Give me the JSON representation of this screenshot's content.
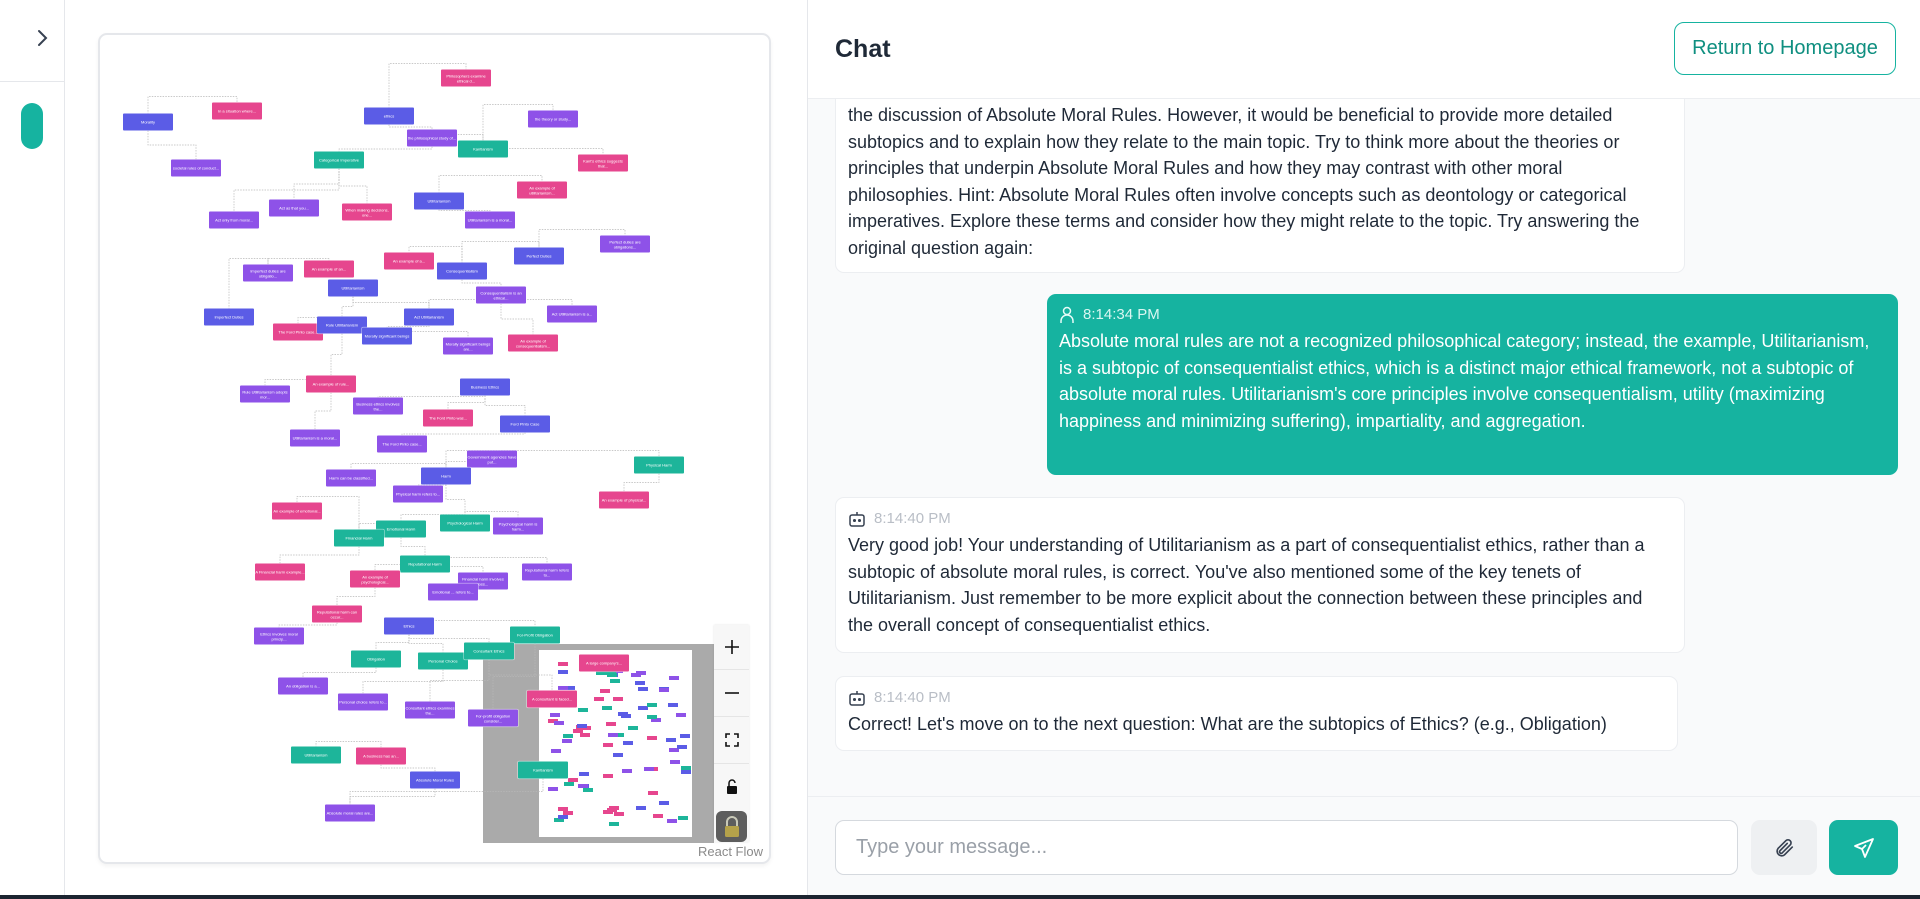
{
  "colors": {
    "accent": "#16b3a0",
    "topic": "#5b5ce6",
    "concept": "#1db59a",
    "example": "#e6468e",
    "definition": "#8e52e8"
  },
  "sidebar": {
    "toggle_icon": "chevron-right-icon",
    "active_indicator_icon": "pill-indicator"
  },
  "flow": {
    "attribution": "React Flow",
    "controls": [
      "zoom-in",
      "zoom-out",
      "fit-view",
      "toggle-interactivity",
      "lock"
    ],
    "nodes": [
      {
        "label": "Morality",
        "kind": "topic"
      },
      {
        "label": "In a situation where...",
        "kind": "example"
      },
      {
        "label": "Philosophers examine ethical d...",
        "kind": "example"
      },
      {
        "label": "ethics",
        "kind": "topic"
      },
      {
        "label": "the theory or study...",
        "kind": "definition"
      },
      {
        "label": "the philosophical study of...",
        "kind": "definition"
      },
      {
        "label": "Kantianism",
        "kind": "concept"
      },
      {
        "label": "Categorical Imperative",
        "kind": "concept"
      },
      {
        "label": "Kant's ethics suggests that...",
        "kind": "example"
      },
      {
        "label": "societal rules of conduct...",
        "kind": "definition"
      },
      {
        "label": "An example of utilitarianism...",
        "kind": "example"
      },
      {
        "label": "Utilitarianism",
        "kind": "topic"
      },
      {
        "label": "Act as that you...",
        "kind": "definition"
      },
      {
        "label": "When making decisions, one...",
        "kind": "example"
      },
      {
        "label": "Act only from moral...",
        "kind": "definition"
      },
      {
        "label": "Utilitarianism is a moral...",
        "kind": "definition"
      },
      {
        "label": "Perfect duties are obligations...",
        "kind": "definition"
      },
      {
        "label": "Perfect Duties",
        "kind": "topic"
      },
      {
        "label": "An example of a...",
        "kind": "example"
      },
      {
        "label": "An example of an...",
        "kind": "example"
      },
      {
        "label": "Imperfect duties are obligatio...",
        "kind": "definition"
      },
      {
        "label": "Consequentialism",
        "kind": "topic"
      },
      {
        "label": "Utilitarianism",
        "kind": "topic"
      },
      {
        "label": "Consequentialism is an ethical...",
        "kind": "definition"
      },
      {
        "label": "Act Utilitarianism is a...",
        "kind": "definition"
      },
      {
        "label": "Imperfect Duties",
        "kind": "topic"
      },
      {
        "label": "Act Utilitarianism",
        "kind": "topic"
      },
      {
        "label": "The Ford Pinto case...",
        "kind": "example"
      },
      {
        "label": "Rule Utilitarianism",
        "kind": "topic"
      },
      {
        "label": "Morally significant beings",
        "kind": "topic"
      },
      {
        "label": "Morally significant beings are...",
        "kind": "definition"
      },
      {
        "label": "An example of consequentialism...",
        "kind": "example"
      },
      {
        "label": "An example of rule...",
        "kind": "example"
      },
      {
        "label": "Business Ethics",
        "kind": "topic"
      },
      {
        "label": "Rule Utilitarianism adopts mor...",
        "kind": "definition"
      },
      {
        "label": "Business ethics involves the...",
        "kind": "definition"
      },
      {
        "label": "The Ford Pinto was...",
        "kind": "example"
      },
      {
        "label": "Ford Pinto Case",
        "kind": "topic"
      },
      {
        "label": "Utilitarianism is a moral...",
        "kind": "definition"
      },
      {
        "label": "The Ford Pinto case...",
        "kind": "definition"
      },
      {
        "label": "Government agencies have put...",
        "kind": "definition"
      },
      {
        "label": "Physical Harm",
        "kind": "concept"
      },
      {
        "label": "Harm can be classified...",
        "kind": "definition"
      },
      {
        "label": "Harm",
        "kind": "topic"
      },
      {
        "label": "Physical harm refers to...",
        "kind": "definition"
      },
      {
        "label": "An example of physical...",
        "kind": "example"
      },
      {
        "label": "An example of emotional...",
        "kind": "example"
      },
      {
        "label": "Psychological Harm",
        "kind": "concept"
      },
      {
        "label": "Psychological harm is harm...",
        "kind": "definition"
      },
      {
        "label": "Emotional Harm",
        "kind": "concept"
      },
      {
        "label": "Financial Harm",
        "kind": "concept"
      },
      {
        "label": "Reputational Harm",
        "kind": "concept"
      },
      {
        "label": "A Financial harm example...",
        "kind": "example"
      },
      {
        "label": "An example of psychological...",
        "kind": "example"
      },
      {
        "label": "Financial harm involves loss...",
        "kind": "definition"
      },
      {
        "label": "Reputational harm refers to...",
        "kind": "definition"
      },
      {
        "label": "Emotional ... refers to...",
        "kind": "definition"
      },
      {
        "label": "Reputational harm can occur...",
        "kind": "example"
      },
      {
        "label": "Ethics",
        "kind": "topic"
      },
      {
        "label": "Ethics involves moral princip...",
        "kind": "definition"
      },
      {
        "label": "For-Profit Obligation",
        "kind": "concept"
      },
      {
        "label": "Obligation",
        "kind": "concept"
      },
      {
        "label": "Personal Choice",
        "kind": "concept"
      },
      {
        "label": "Consultant Ethics",
        "kind": "concept"
      },
      {
        "label": "An obligation is a...",
        "kind": "definition"
      },
      {
        "label": "Personal choice refers to...",
        "kind": "definition"
      },
      {
        "label": "Consultant ethics examines the...",
        "kind": "definition"
      },
      {
        "label": "For-profit obligation consider...",
        "kind": "definition"
      },
      {
        "label": "Utilitarianism",
        "kind": "concept"
      },
      {
        "label": "A business has an...",
        "kind": "example"
      },
      {
        "label": "Absolute Moral Rules",
        "kind": "topic"
      },
      {
        "label": "Absolute moral rules are...",
        "kind": "definition"
      },
      {
        "label": "Kantianism",
        "kind": "concept"
      },
      {
        "label": "A consultant is faced...",
        "kind": "example"
      },
      {
        "label": "A large company's...",
        "kind": "example"
      }
    ],
    "edges": [
      [
        0,
        1
      ],
      [
        0,
        9
      ],
      [
        3,
        5
      ],
      [
        3,
        2
      ],
      [
        5,
        6
      ],
      [
        5,
        7
      ],
      [
        6,
        4
      ],
      [
        6,
        8
      ],
      [
        7,
        12
      ],
      [
        7,
        13
      ],
      [
        7,
        14
      ],
      [
        11,
        15
      ],
      [
        11,
        10
      ],
      [
        17,
        16
      ],
      [
        21,
        18
      ],
      [
        21,
        23
      ],
      [
        21,
        17
      ],
      [
        22,
        28
      ],
      [
        22,
        26
      ],
      [
        25,
        20
      ],
      [
        19,
        20
      ],
      [
        26,
        24
      ],
      [
        26,
        29
      ],
      [
        23,
        31
      ],
      [
        29,
        30
      ],
      [
        28,
        27
      ],
      [
        28,
        32
      ],
      [
        32,
        34
      ],
      [
        32,
        38
      ],
      [
        33,
        35
      ],
      [
        33,
        36
      ],
      [
        33,
        37
      ],
      [
        37,
        39
      ],
      [
        43,
        42
      ],
      [
        43,
        44
      ],
      [
        43,
        41
      ],
      [
        41,
        45
      ],
      [
        43,
        47
      ],
      [
        47,
        48
      ],
      [
        47,
        49
      ],
      [
        49,
        50
      ],
      [
        50,
        46
      ],
      [
        49,
        51
      ],
      [
        50,
        52
      ],
      [
        51,
        53
      ],
      [
        51,
        54
      ],
      [
        51,
        55
      ],
      [
        53,
        57
      ],
      [
        57,
        59
      ],
      [
        58,
        61
      ],
      [
        58,
        62
      ],
      [
        58,
        63
      ],
      [
        58,
        60
      ],
      [
        61,
        64
      ],
      [
        62,
        65
      ],
      [
        63,
        66
      ],
      [
        60,
        67
      ],
      [
        68,
        69
      ],
      [
        69,
        70
      ],
      [
        70,
        71
      ],
      [
        72,
        71
      ],
      [
        63,
        73
      ],
      [
        40,
        43
      ]
    ]
  },
  "chat": {
    "title": "Chat",
    "return_button": "Return to Homepage",
    "messages": [
      {
        "role": "bot",
        "time": "",
        "text": "the discussion of Absolute Moral Rules. However, it would be beneficial to provide more detailed subtopics and to explain how they relate to the main topic. Try to think more about the theories or principles that underpin Absolute Moral Rules and how they may contrast with other moral philosophies. Hint: Absolute Moral Rules often involve concepts such as deontology or categorical imperatives. Explore these terms and consider how they might relate to the topic. Try answering the original question again:"
      },
      {
        "role": "user",
        "time": "8:14:34 PM",
        "text": "Absolute moral rules are not a recognized philosophical category; instead, the example, Utilitarianism, is a subtopic of consequentialist ethics, which is a distinct major ethical framework, not a subtopic of absolute moral rules. Utilitarianism's core principles involve consequentialism, utility (maximizing happiness and minimizing suffering), impartiality, and aggregation."
      },
      {
        "role": "bot",
        "time": "8:14:40 PM",
        "text": "Very good job! Your understanding of Utilitarianism as a part of consequentialist ethics, rather than a subtopic of absolute moral rules, is correct. You've also mentioned some of the key tenets of Utilitarianism. Just remember to be more explicit about the connection between these principles and the overall concept of consequentialist ethics."
      },
      {
        "role": "bot",
        "time": "8:14:40 PM",
        "text": "Correct! Let's move on to the next question: What are the subtopics of Ethics? (e.g., Obligation)"
      }
    ],
    "input": {
      "value": "",
      "placeholder": "Type your message..."
    },
    "attach_icon": "paperclip-icon",
    "send_icon": "send-icon"
  }
}
